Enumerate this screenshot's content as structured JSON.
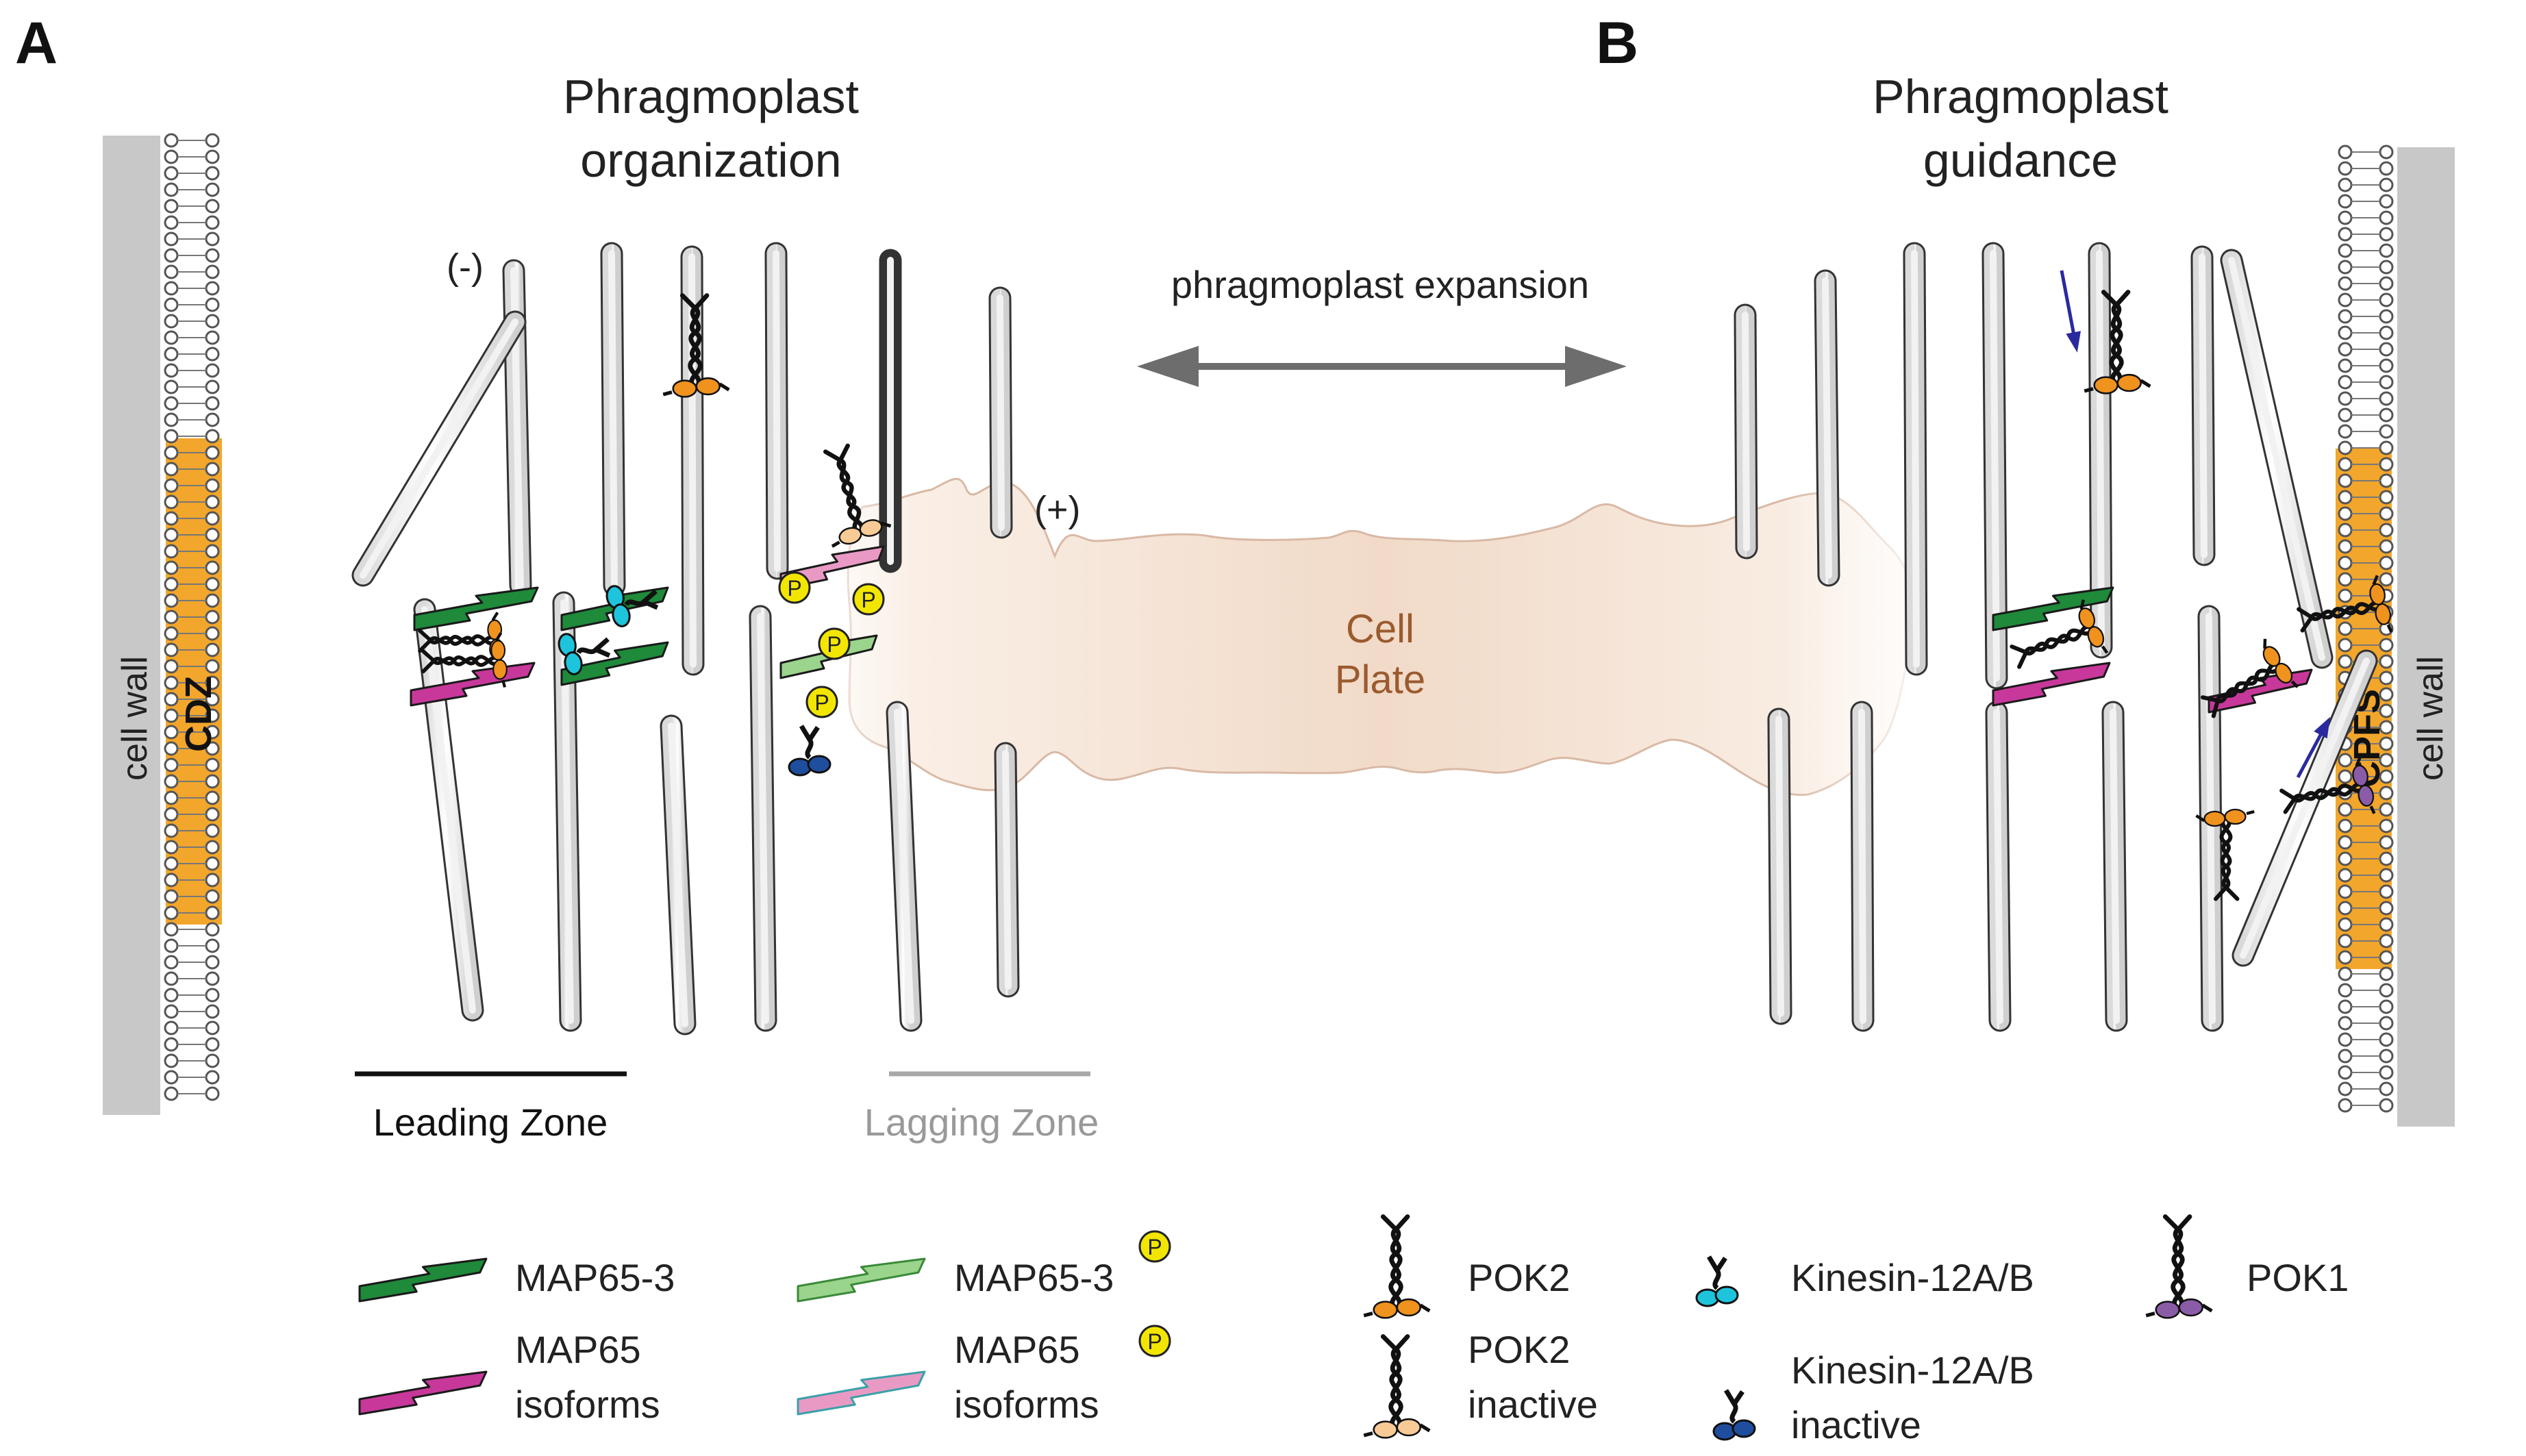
{
  "panel_a": {
    "letter": "A",
    "title_line1": "Phragmoplast",
    "title_line2": "organization",
    "wall_label": "cell wall",
    "zone_label": "CDZ",
    "minus_end": "(-)",
    "plus_end": "(+)",
    "leading_zone": "Leading Zone",
    "lagging_zone": "Lagging Zone"
  },
  "panel_b": {
    "letter": "B",
    "title_line1": "Phragmoplast",
    "title_line2": "guidance",
    "wall_label": "cell wall",
    "zone_label": "CPFS"
  },
  "center": {
    "expansion_label": "phragmoplast expansion",
    "plate_line1": "Cell",
    "plate_line2": "Plate"
  },
  "legend": {
    "map65_3": "MAP65-3",
    "map65_iso_1": "MAP65",
    "map65_iso_2": "isoforms",
    "map65_3_p": "MAP65-3",
    "map65_p_1": "MAP65",
    "map65_p_2": "isoforms",
    "phospho": "P",
    "pok2": "POK2",
    "pok2_inactive_1": "POK2",
    "pok2_inactive_2": "inactive",
    "kin12": "Kinesin-12A/B",
    "kin12_inactive_1": "Kinesin-12A/B",
    "kin12_inactive_2": "inactive",
    "pok1": "POK1"
  },
  "colors": {
    "wall": "#c8c8c8",
    "cdz": "#f2a62c",
    "map65_3": "#1e8a3a",
    "map65_iso": "#c8389a",
    "map65_3_p": "#9bd48c",
    "map65_iso_p": "#e99ac4",
    "pok2": "#f0921e",
    "pok2_inactive": "#f8cb96",
    "kin12": "#1ec4dc",
    "kin12_inactive": "#1f4e9e",
    "pok1": "#8a5ca8",
    "phospho": "#f2e600",
    "cell_plate": "#f6e7da",
    "plate_text": "#9b5a2e",
    "arrow_gray": "#6d6d6d",
    "blue_arrow": "#2a2aa0"
  }
}
